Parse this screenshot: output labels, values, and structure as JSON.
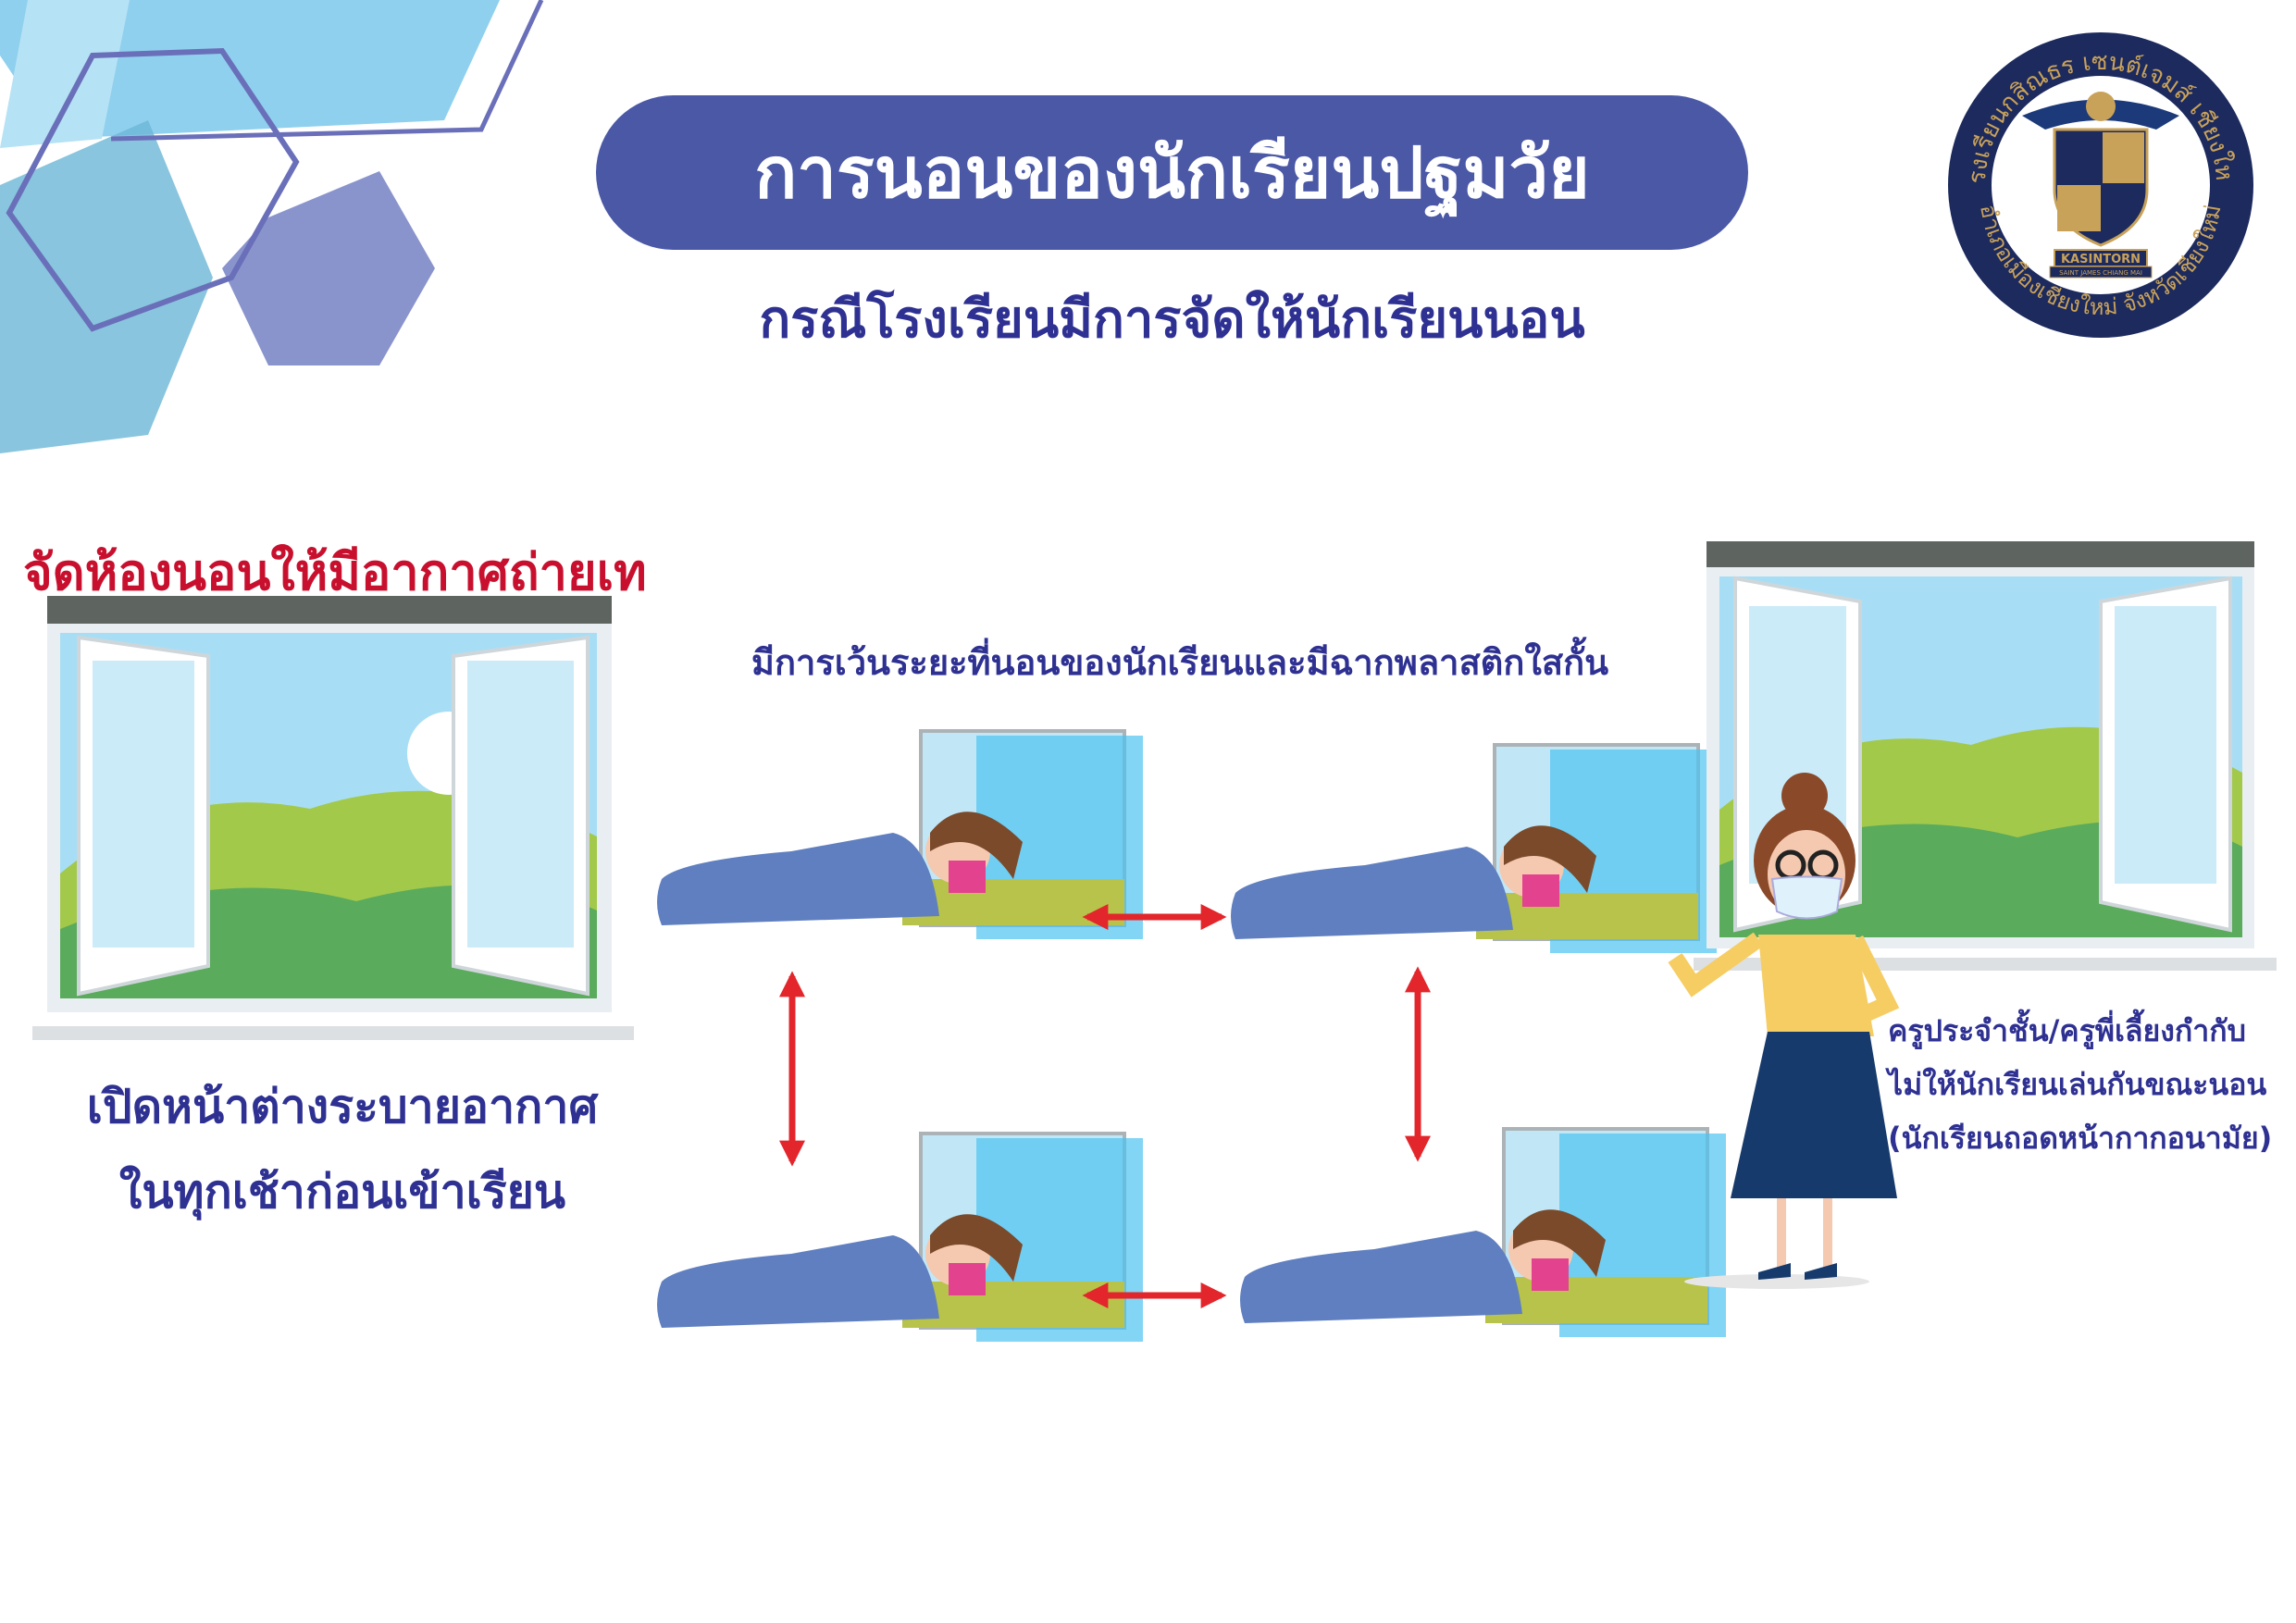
{
  "header": {
    "title": "การนอนของนักเรียนปฐมวัย",
    "subtitle": "กรณีโรงเรียนมีการจัดให้นักเรียนนอน"
  },
  "logo": {
    "top_arc": "โรงเรียนกสิณธร เซนต์เจมส์ เชียงใหม่",
    "bottom_arc": "อำเภอเมืองเชียงใหม่ จังหวัดเชียงใหม่",
    "banner_main": "KASINTORN",
    "banner_sub": "SAINT JAMES CHIANG MAI"
  },
  "left_section": {
    "heading": "จัดห้องนอนให้มีอากาศถ่ายเท",
    "lines": [
      "เปิดหน้าต่างระบายอากาศ",
      "ในทุกเช้าก่อนเข้าเรียน"
    ]
  },
  "middle_section": {
    "caption": "มีการเว้นระยะที่นอนของนักเรียนและมีฉากพลาสติกใสกั้น"
  },
  "right_section": {
    "lines": [
      "ครูประจำชั้น/ครูพี่เลี้ยงกำกับ",
      "ไม่ให้นักเรียนเล่นกันขณะนอน",
      "(นักเรียนถอดหน้ากากอนามัย)"
    ]
  },
  "colors": {
    "primary": "#4a58a6",
    "text_blue": "#2e3192",
    "accent_red": "#c8102e",
    "arrow_red": "#e3262b",
    "logo_navy": "#1c2a5e",
    "logo_gold": "#c9a25a"
  }
}
